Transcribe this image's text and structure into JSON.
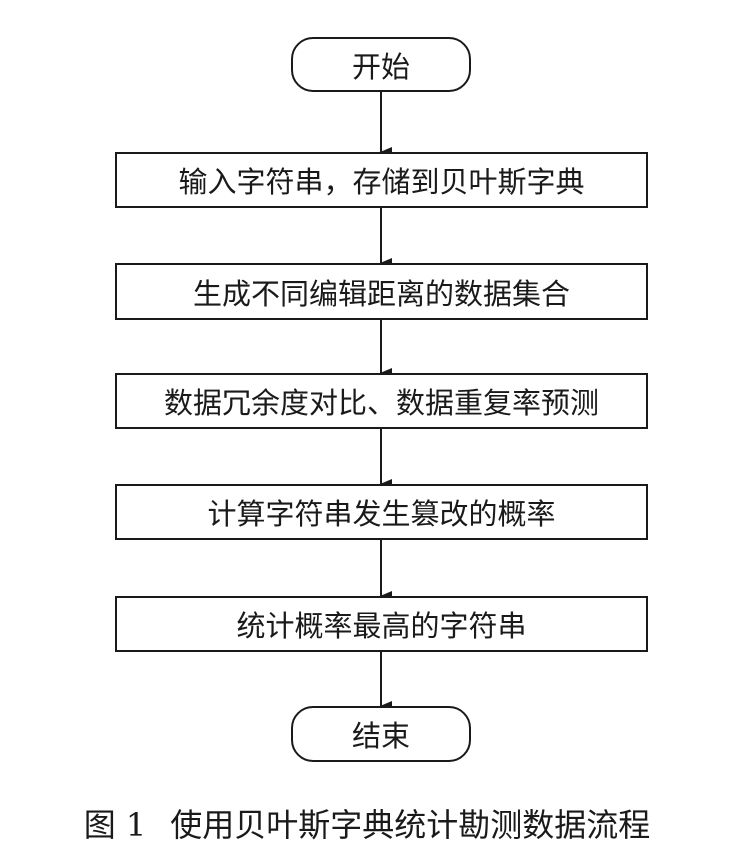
{
  "flowchart": {
    "start": "开始",
    "steps": [
      "输入字符串，存储到贝叶斯字典",
      "生成不同编辑距离的数据集合",
      "数据冗余度对比、数据重复率预测",
      "计算字符串发生篡改的概率",
      "统计概率最高的字符串"
    ],
    "end": "结束"
  },
  "caption": {
    "figure_number": "图 1",
    "title": "使用贝叶斯字典统计勘测数据流程"
  }
}
